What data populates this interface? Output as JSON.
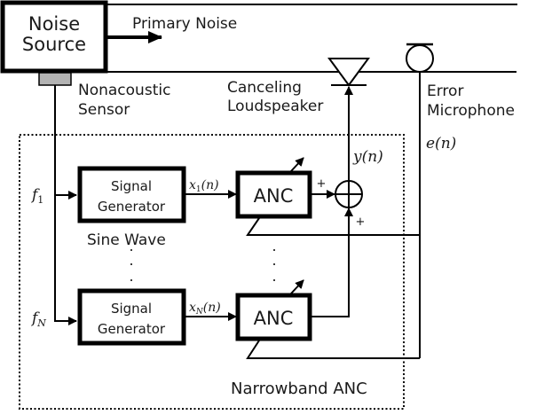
{
  "diagram": {
    "title": "Narrowband ANC system block diagram",
    "noise_source": {
      "line1": "Noise",
      "line2": "Source"
    },
    "primary_noise": "Primary Noise",
    "sensor": {
      "line1": "Nonacoustic",
      "line2": "Sensor"
    },
    "loudspeaker": {
      "line1": "Canceling",
      "line2": "Loudspeaker"
    },
    "microphone": {
      "line1": "Error",
      "line2": "Microphone"
    },
    "y_signal": "y(n)",
    "e_signal": "e(n)",
    "freq_1": {
      "base": "f",
      "sub": "1"
    },
    "freq_N": {
      "base": "f",
      "sub": "N"
    },
    "gen_1": {
      "line1": "Signal",
      "line2": "Generator"
    },
    "gen_N": {
      "line1": "Signal",
      "line2": "Generator"
    },
    "sine_wave": "Sine Wave",
    "x1": {
      "base": "x",
      "sub": "1",
      "arg": "(n)"
    },
    "xN": {
      "base": "x",
      "sub": "N",
      "arg": "(n)"
    },
    "anc_1": "ANC",
    "anc_N": "ANC",
    "plus_top": "+",
    "plus_bottom": "+",
    "group_label": "Narrowband ANC",
    "sensor_color": "#b3b3b3"
  }
}
